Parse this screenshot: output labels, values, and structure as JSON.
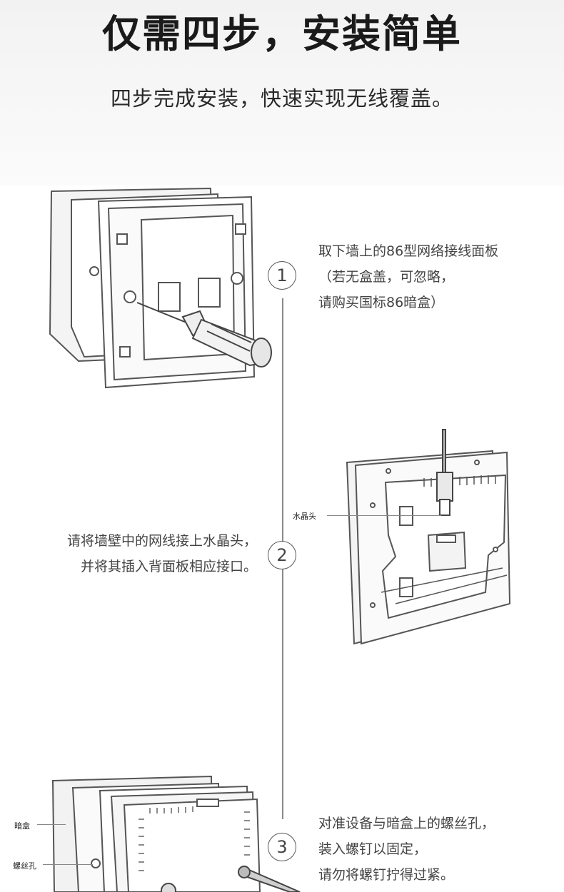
{
  "header": {
    "title": "仅需四步，安装简单",
    "subtitle": "四步完成安装，快速实现无线覆盖。"
  },
  "steps": [
    {
      "number": "1",
      "lines": [
        "取下墙上的86型网络接线面板",
        "（若无盒盖，可忽略，",
        "请购买国标86暗盒）"
      ]
    },
    {
      "number": "2",
      "lines": [
        "请将墙壁中的网线接上水晶头，",
        "并将其插入背面板相应接口。"
      ]
    },
    {
      "number": "3",
      "lines": [
        "对准设备与暗盒上的螺丝孔，",
        "装入螺钉以固定，",
        "请勿将螺钉拧得过紧。"
      ]
    }
  ],
  "callouts": {
    "crystal_head": "水晶头",
    "dark_box": "暗盒",
    "screw_hole": "螺丝孔"
  }
}
